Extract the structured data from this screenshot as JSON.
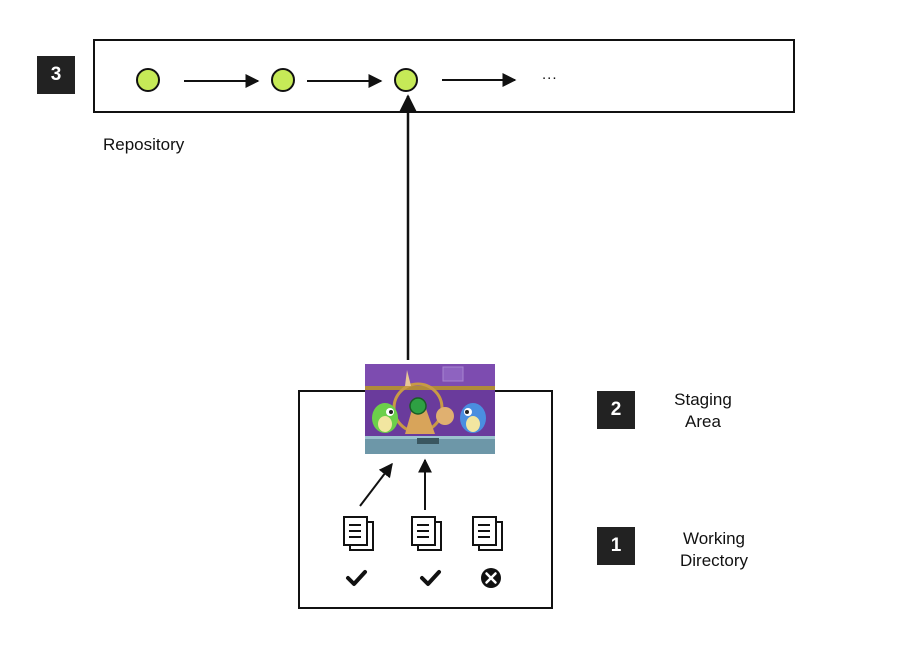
{
  "repository": {
    "badge": "3",
    "label": "Repository",
    "commits": [
      {
        "id": "commit-1"
      },
      {
        "id": "commit-2"
      },
      {
        "id": "commit-3"
      }
    ],
    "ellipsis": "...",
    "commit_color": "#c6ea57"
  },
  "staging": {
    "badge": "2",
    "label_line1": "Staging",
    "label_line2": "Area",
    "image_description": "pixel-art game screenshot with green and blue dragons"
  },
  "working_directory": {
    "badge": "1",
    "label_line1": "Working",
    "label_line2": "Directory",
    "files": [
      {
        "icon": "document-icon",
        "status": "checked",
        "staged": true
      },
      {
        "icon": "document-icon",
        "status": "checked",
        "staged": true
      },
      {
        "icon": "document-icon",
        "status": "rejected",
        "staged": false
      }
    ]
  }
}
